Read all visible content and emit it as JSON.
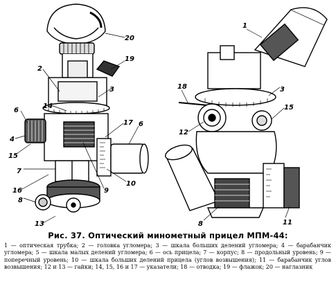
{
  "figure": {
    "labels_left": [
      "20",
      "19",
      "2",
      "3",
      "14",
      "6",
      "4",
      "15",
      "7",
      "16",
      "8",
      "13",
      "17",
      "6",
      "9",
      "10"
    ],
    "labels_right": [
      "1",
      "18",
      "3",
      "15",
      "12",
      "8",
      "11"
    ]
  },
  "caption": "Рис. 37. Оптический минометный прицел МПМ-44:",
  "legend": "1 — оптическая трубка; 2 — головка угломера; 3 — шкала больших делений угломера; 4 — барабанчик угломера; 5 — шкала малых делений угломера; 6 — ось прицела; 7 — корпус; 8 — продольный уровень; 9 — поперечный уровень; 10 — шкала больших делений прицела (углов возвышения); 11 — барабанчик углов возвышения; 12 и 13 — гайки; 14, 15, 16 и 17 — указатели; 18 — отводка; 19 — флажок; 20 — наглазник"
}
